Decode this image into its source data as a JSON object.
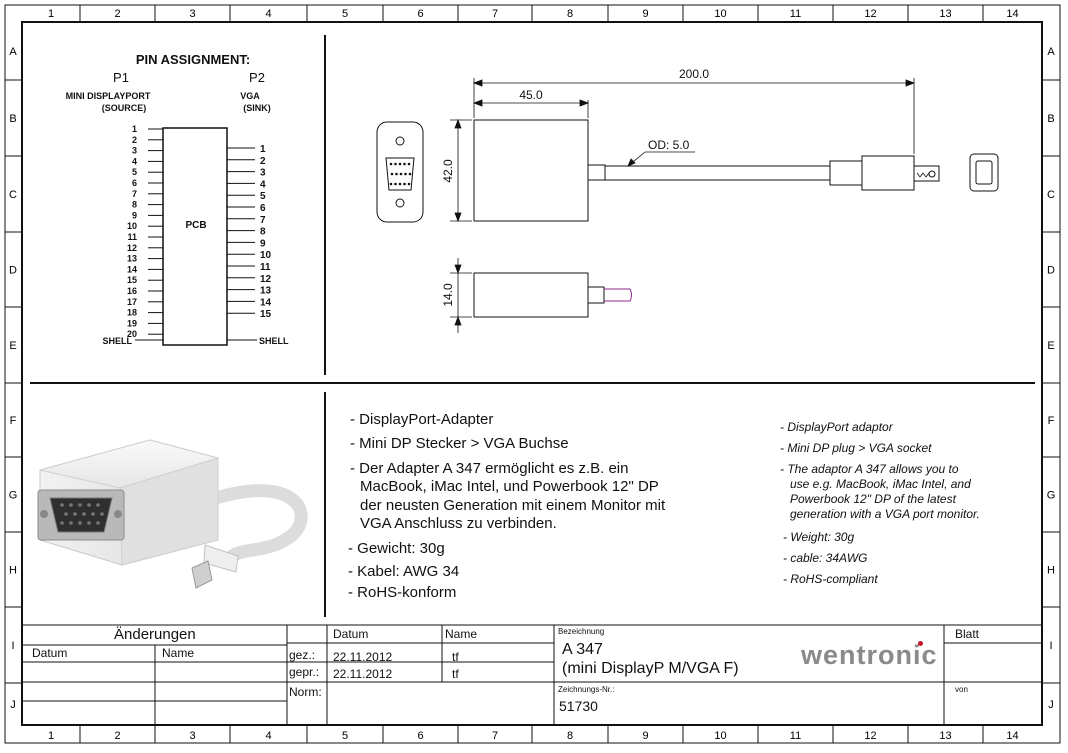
{
  "border": {
    "columns": [
      "1",
      "2",
      "3",
      "4",
      "5",
      "6",
      "7",
      "8",
      "9",
      "10",
      "11",
      "12",
      "13",
      "14"
    ],
    "rows": [
      "A",
      "B",
      "C",
      "D",
      "E",
      "F",
      "G",
      "H",
      "I",
      "J"
    ]
  },
  "pin_assignment": {
    "title": "PIN ASSIGNMENT:",
    "p1": "P1",
    "p1_name": "MINI DISPLAYPORT",
    "p1_role": "(SOURCE)",
    "p2": "P2",
    "p2_name": "VGA",
    "p2_role": "(SINK)",
    "pcb": "PCB",
    "left_pins": [
      "1",
      "2",
      "3",
      "4",
      "5",
      "6",
      "7",
      "8",
      "9",
      "10",
      "11",
      "12",
      "13",
      "14",
      "15",
      "16",
      "17",
      "18",
      "19",
      "20"
    ],
    "right_pins": [
      "1",
      "2",
      "3",
      "4",
      "5",
      "6",
      "7",
      "8",
      "9",
      "10",
      "11",
      "12",
      "13",
      "14",
      "15"
    ],
    "left_shell": "SHELL",
    "right_shell": "SHELL"
  },
  "dimensions": {
    "length": "200.0",
    "housing_length": "45.0",
    "height": "42.0",
    "thickness": "14.0",
    "cable_od": "OD: 5.0"
  },
  "description_de": [
    [
      "- DisplayPort-Adapter"
    ],
    [
      "- Mini DP Stecker > VGA Buchse"
    ],
    [
      "- Der Adapter A 347 ermöglicht es z.B. ein",
      "MacBook, iMac Intel, und Powerbook 12\" DP",
      "der neusten Generation mit einem Monitor mit",
      "VGA Anschluss zu verbinden."
    ],
    [
      "- Gewicht: 30g"
    ],
    [
      "- Kabel: AWG 34"
    ],
    [
      "- RoHS-konform"
    ]
  ],
  "description_en": [
    [
      "- DisplayPort adaptor"
    ],
    [
      "- Mini DP plug > VGA socket"
    ],
    [
      "- The adaptor A 347 allows you to",
      "use e.g. MacBook, iMac Intel, and",
      "Powerbook 12\" DP of the latest",
      "generation with a VGA port monitor."
    ],
    [
      "- Weight: 30g"
    ],
    [
      "- cable: 34AWG"
    ],
    [
      "- RoHS-compliant"
    ]
  ],
  "title_block": {
    "changes_label": "Änderungen",
    "col_datum": "Datum",
    "col_name": "Name",
    "datum_label": "Datum",
    "name_label": "Name",
    "drawn_label": "gez.:",
    "drawn_date": "22.11.2012",
    "drawn_name": "tf",
    "checked_label": "gepr.:",
    "checked_date": "22.11.2012",
    "checked_name": "tf",
    "norm_label": "Norm:",
    "designation_label": "Bezeichnung",
    "designation_1": "A 347",
    "designation_2": "(mini DisplayP M/VGA F)",
    "drawing_no_label": "Zeichnungs-Nr.:",
    "drawing_no": "51730",
    "logo": "wentronic",
    "sheet_label": "Blatt",
    "of_label": "von"
  },
  "colors": {
    "line": "#111111",
    "logo": "#8a8a8a",
    "logo_dot": "#c8102e",
    "cable_accent": "#8b2a8b"
  }
}
